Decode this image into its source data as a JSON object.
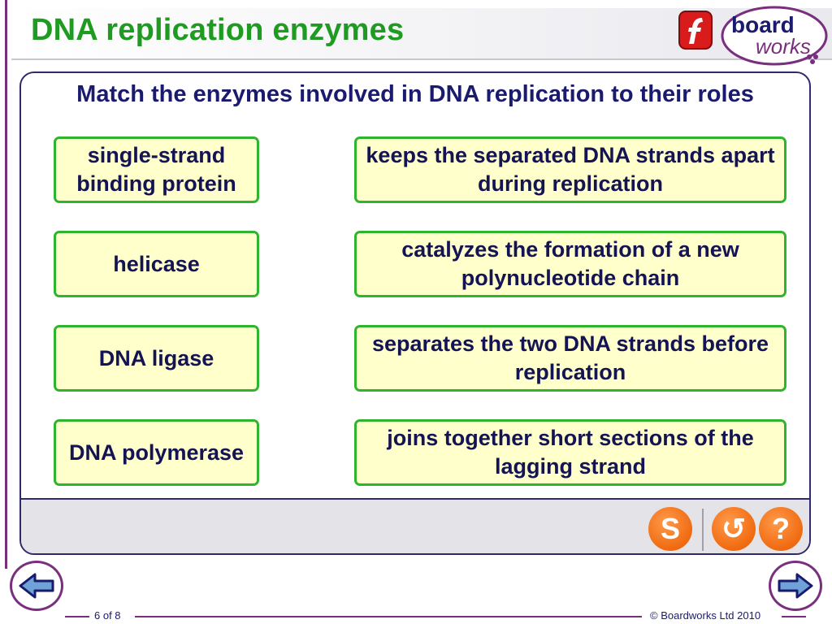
{
  "header": {
    "title": "DNA replication enzymes",
    "logo_text_1": "board",
    "logo_text_2": "works"
  },
  "activity": {
    "instruction": "Match the enzymes involved in DNA replication to their roles",
    "terms": [
      "single-strand binding protein",
      "helicase",
      "DNA ligase",
      "DNA polymerase"
    ],
    "roles": [
      "keeps the separated DNA strands apart during replication",
      "catalyzes the formation of a new polynucleotide chain",
      "separates the two DNA strands before replication",
      "joins together short sections of the lagging strand"
    ]
  },
  "controls": {
    "solution_label": "S",
    "reset_label": "↺",
    "help_label": "?"
  },
  "footer": {
    "page": "6 of 8",
    "copyright": "© Boardworks Ltd 2010"
  },
  "colors": {
    "title_green": "#1f9b22",
    "card_fill": "#ffffcc",
    "card_border": "#2fb52d",
    "text_navy": "#141454",
    "accent_orange": "#f06a10",
    "frame_purple": "#7a2f7e"
  }
}
